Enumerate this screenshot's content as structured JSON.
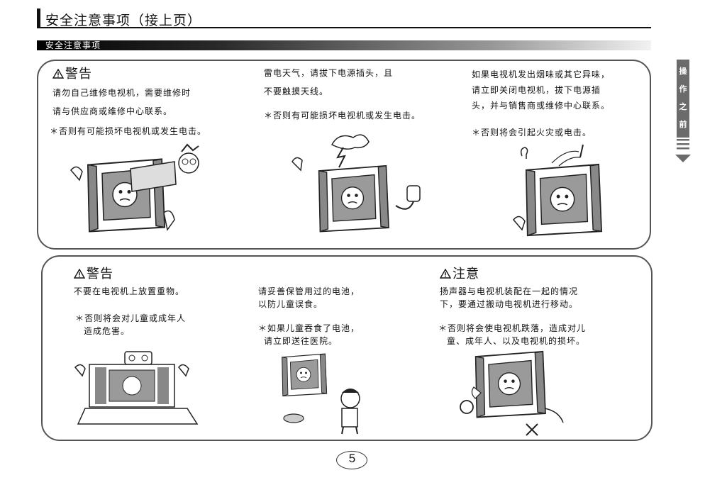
{
  "header": {
    "title": "安全注意事项（接上页）",
    "section_label": "安全注意事项"
  },
  "side_tab": {
    "chars": [
      "操",
      "作",
      "之",
      "前"
    ]
  },
  "top_panel": {
    "col1": {
      "heading": "警告",
      "lines": [
        "请勿自己维修电视机，需要维修时",
        "请与供应商或维修中心联系。"
      ],
      "note": "＊否则有可能损坏电视机或发生电击。"
    },
    "col2": {
      "lines": [
        "雷电天气，请拔下电源插头，且",
        "不要触摸天线。"
      ],
      "note": "＊否则有可能损坏电视机或发生电击。"
    },
    "col3": {
      "lines": [
        "如果电视机发出烟味或其它异味，",
        "请立即关闭电视机，拔下电源插",
        "头，并与销售商或维修中心联系。"
      ],
      "note": "＊否则将会引起火灾或电击。"
    }
  },
  "bottom_panel": {
    "col1": {
      "heading": "警告",
      "lines": [
        "不要在电视机上放置重物。"
      ],
      "note_lines": [
        "＊否则将会对儿童或成年人",
        "造成危害。"
      ]
    },
    "col2": {
      "lines": [
        "请妥善保管用过的电池，",
        "以防儿童误食。"
      ],
      "note_lines": [
        "＊如果儿童吞食了电池，",
        "请立即送往医院。"
      ]
    },
    "col3": {
      "heading": "注意",
      "lines": [
        "扬声器与电视机装配在一起的情况",
        "下，要通过搬动电视机进行移动。"
      ],
      "note_lines": [
        "＊否则将会使电视机跌落，造成对儿",
        "童、成年人、以及电视机的损坏。"
      ]
    }
  },
  "page_number": "5"
}
